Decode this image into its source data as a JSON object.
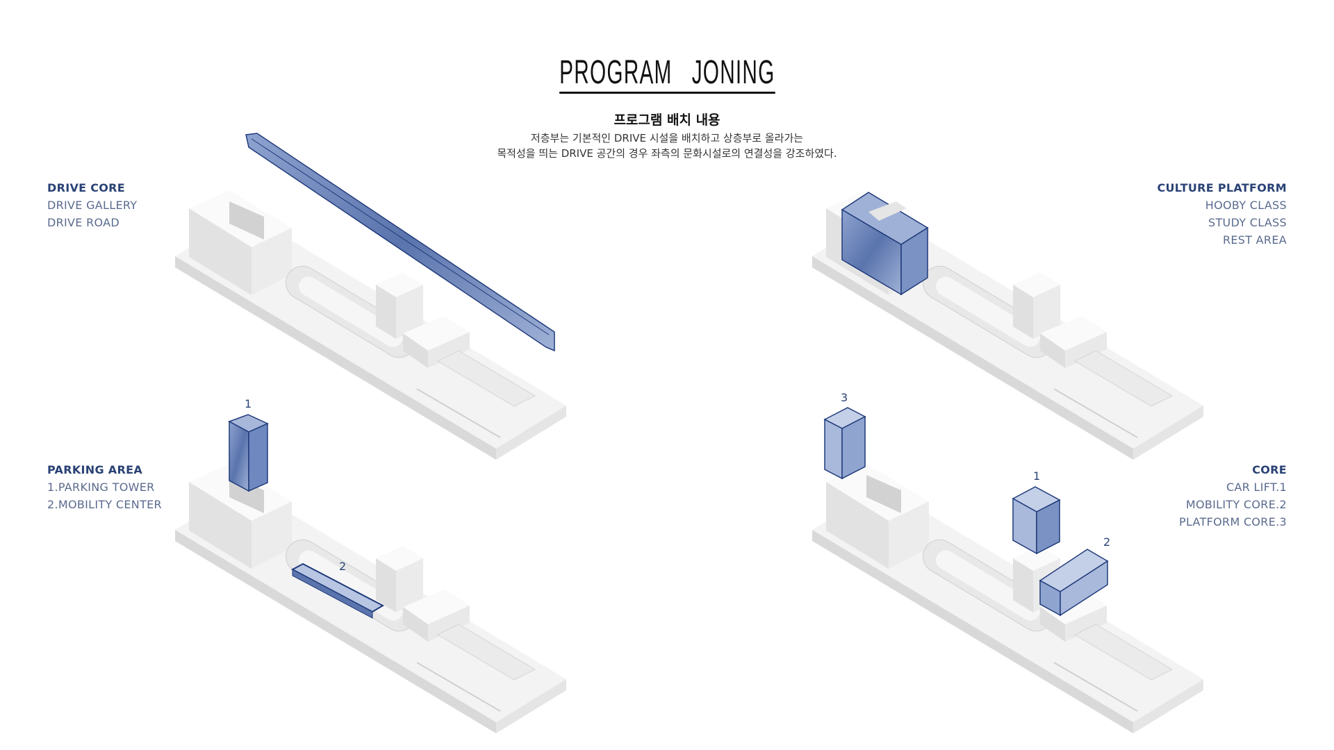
{
  "header": {
    "title": "PROGRAM  JONING",
    "subtitle": "프로그램 배치 내용",
    "description": [
      "저층부는 기본적인 DRIVE 시설을 배치하고 상층부로 올라가는",
      "목적성을 띄는 DRIVE 공간의 경우 좌측의 문화시설로의 연결성을 강조하였다."
    ]
  },
  "sections": {
    "drive_core": {
      "heading": "DRIVE CORE",
      "items": [
        "DRIVE GALLERY",
        "DRIVE ROAD"
      ]
    },
    "culture_platform": {
      "heading": "CULTURE PLATFORM",
      "items": [
        "HOOBY CLASS",
        "STUDY CLASS",
        "REST AREA"
      ]
    },
    "parking_area": {
      "heading": "PARKING AREA",
      "items": [
        "1.PARKING TOWER",
        "2.MOBILITY CENTER"
      ],
      "markers": [
        "1",
        "2"
      ]
    },
    "core": {
      "heading": "CORE",
      "items": [
        "CAR LIFT.1",
        "MOBILITY CORE.2",
        "PLATFORM CORE.3"
      ],
      "markers": [
        "3",
        "1",
        "2"
      ]
    }
  },
  "colors": {
    "accent": "#2a4275",
    "highlight": "#6f88bf",
    "model": "#efefef"
  }
}
